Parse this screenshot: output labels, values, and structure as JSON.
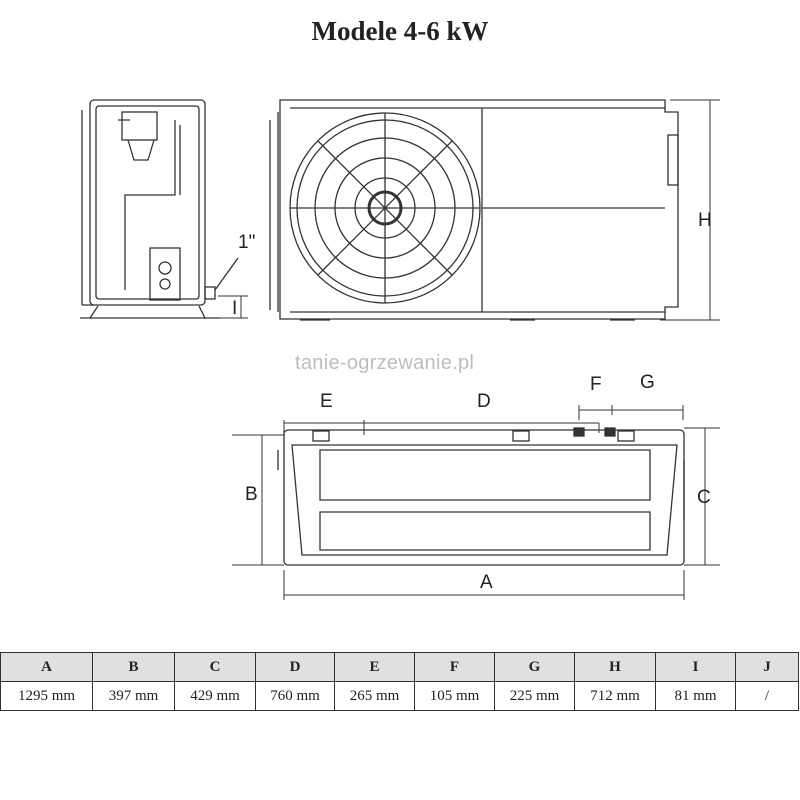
{
  "title": "Modele 4-6 kW",
  "watermark": "tanie-ogrzewanie.pl",
  "dimension_labels": {
    "pipe": "1\"",
    "I": "I",
    "H": "H",
    "E": "E",
    "D": "D",
    "F": "F",
    "G": "G",
    "B": "B",
    "C": "C",
    "A": "A"
  },
  "table": {
    "headers": [
      "A",
      "B",
      "C",
      "D",
      "E",
      "F",
      "G",
      "H",
      "I",
      "J"
    ],
    "values": [
      "1295 mm",
      "397 mm",
      "429 mm",
      "760 mm",
      "265 mm",
      "105 mm",
      "225 mm",
      "712 mm",
      "81 mm",
      "/"
    ]
  }
}
